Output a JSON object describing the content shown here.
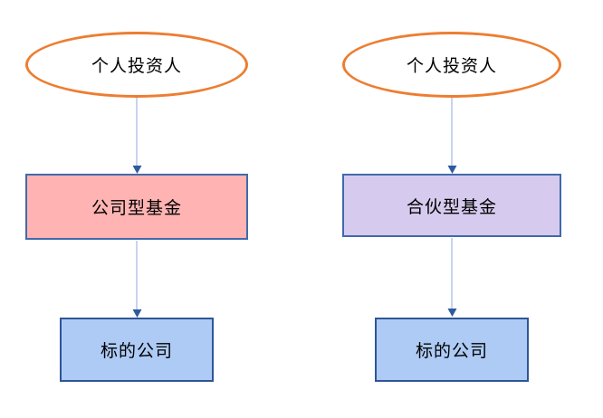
{
  "diagram": {
    "title": "",
    "background": "#ffffff",
    "colors": {
      "ellipse_border": "#ED7D31",
      "corporate_fund_fill": "#FFB3B3",
      "partnership_fund_fill": "#D6CBEE",
      "target_company_fill": "#AECBF5",
      "box_border_blue": "#4169AC",
      "target_border": "#2F5597",
      "arrow_line": "#8FAADC",
      "arrow_head": "#2E5B9F",
      "text": "#000000"
    },
    "columns": [
      {
        "id": "corporate-structure",
        "investor_label": "个人投资人",
        "fund_label": "公司型基金",
        "target_label": "标的公司"
      },
      {
        "id": "partnership-structure",
        "investor_label": "个人投资人",
        "fund_label": "合伙型基金",
        "target_label": "标的公司"
      }
    ]
  }
}
